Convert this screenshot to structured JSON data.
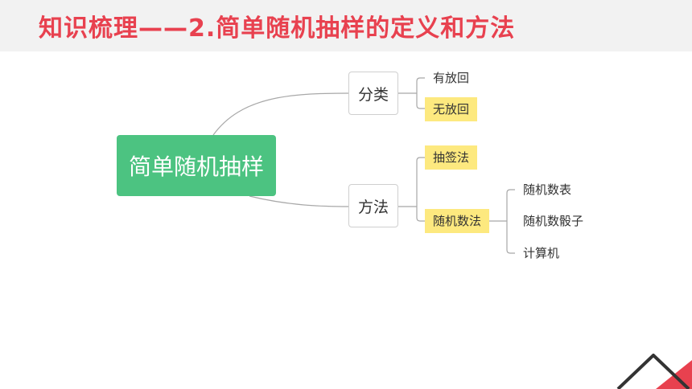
{
  "header": {
    "title": "知识梳理——2.简单随机抽样的定义和方法"
  },
  "mindmap": {
    "root": "简单随机抽样",
    "branches": [
      {
        "label": "分类",
        "children": [
          "有放回",
          "无放回"
        ]
      },
      {
        "label": "方法",
        "children": [
          "抽签法",
          "随机数法"
        ]
      }
    ],
    "sub_branch": {
      "parent": "随机数法",
      "children": [
        "随机数表",
        "随机数骰子",
        "计算机"
      ]
    }
  },
  "colors": {
    "title": "#e8414f",
    "root": "#4cc381",
    "highlight": "#fde97f",
    "connector": "#999999"
  }
}
